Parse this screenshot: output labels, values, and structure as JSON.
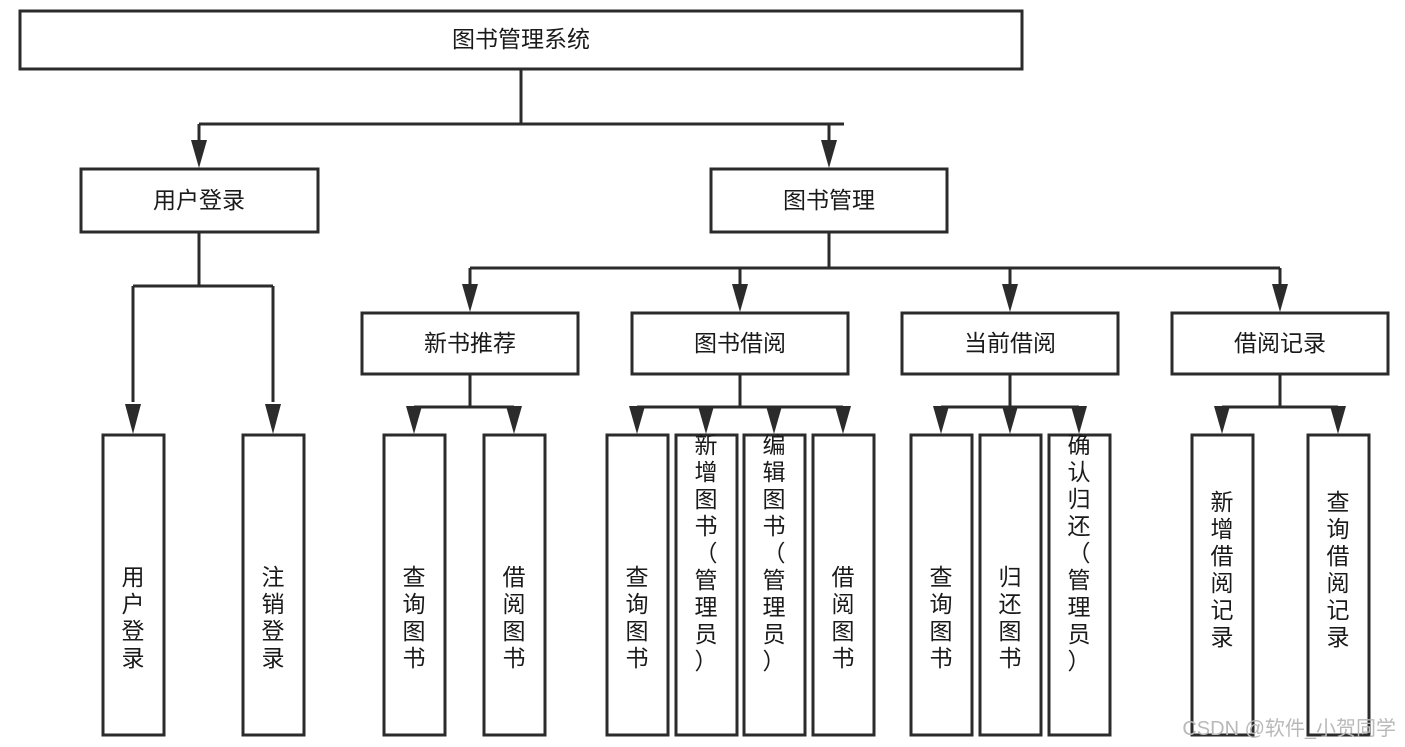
{
  "diagram": {
    "type": "tree-hierarchy",
    "title": "图书管理系统",
    "nodes": {
      "root": {
        "id": "root",
        "label": "图书管理系统",
        "level": 1,
        "orientation": "horizontal"
      },
      "user_login": {
        "id": "user_login",
        "label": "用户登录",
        "level": 2,
        "orientation": "horizontal"
      },
      "book_manage": {
        "id": "book_manage",
        "label": "图书管理",
        "level": 2,
        "orientation": "horizontal"
      },
      "new_book_rec": {
        "id": "new_book_rec",
        "label": "新书推荐",
        "level": 3,
        "orientation": "horizontal"
      },
      "book_borrow": {
        "id": "book_borrow",
        "label": "图书借阅",
        "level": 3,
        "orientation": "horizontal"
      },
      "current_borrow": {
        "id": "current_borrow",
        "label": "当前借阅",
        "level": 3,
        "orientation": "horizontal"
      },
      "borrow_record": {
        "id": "borrow_record",
        "label": "借阅记录",
        "level": 3,
        "orientation": "horizontal"
      },
      "leaf_1": {
        "id": "leaf_1",
        "label": "用户登录",
        "level": 4,
        "orientation": "vertical",
        "parent": "user_login"
      },
      "leaf_2": {
        "id": "leaf_2",
        "label": "注销登录",
        "level": 4,
        "orientation": "vertical",
        "parent": "user_login"
      },
      "leaf_3": {
        "id": "leaf_3",
        "label": "查询图书",
        "level": 4,
        "orientation": "vertical",
        "parent": "new_book_rec"
      },
      "leaf_4": {
        "id": "leaf_4",
        "label": "借阅图书",
        "level": 4,
        "orientation": "vertical",
        "parent": "new_book_rec"
      },
      "leaf_5": {
        "id": "leaf_5",
        "label": "查询图书",
        "level": 4,
        "orientation": "vertical",
        "parent": "book_borrow"
      },
      "leaf_6": {
        "id": "leaf_6",
        "label": "新增图书（管理员）",
        "level": 4,
        "orientation": "vertical",
        "parent": "book_borrow"
      },
      "leaf_7": {
        "id": "leaf_7",
        "label": "编辑图书（管理员）",
        "level": 4,
        "orientation": "vertical",
        "parent": "book_borrow"
      },
      "leaf_8": {
        "id": "leaf_8",
        "label": "借阅图书",
        "level": 4,
        "orientation": "vertical",
        "parent": "book_borrow"
      },
      "leaf_9": {
        "id": "leaf_9",
        "label": "查询图书",
        "level": 4,
        "orientation": "vertical",
        "parent": "current_borrow"
      },
      "leaf_10": {
        "id": "leaf_10",
        "label": "归还图书",
        "level": 4,
        "orientation": "vertical",
        "parent": "current_borrow"
      },
      "leaf_11": {
        "id": "leaf_11",
        "label": "确认归还（管理员）",
        "level": 4,
        "orientation": "vertical",
        "parent": "current_borrow"
      },
      "leaf_12": {
        "id": "leaf_12",
        "label": "新增借阅记录",
        "level": 4,
        "orientation": "vertical",
        "parent": "borrow_record"
      },
      "leaf_13": {
        "id": "leaf_13",
        "label": "查询借阅记录",
        "level": 4,
        "orientation": "vertical",
        "parent": "borrow_record"
      }
    },
    "colors": {
      "box_fill": "#ffffff",
      "box_stroke": "#2b2b2b",
      "text": "#1a1a1a",
      "connector": "#2b2b2b",
      "watermark": "#b9b9b9",
      "background": "#ffffff"
    }
  },
  "watermark": {
    "label": "CSDN @软件_小贺同学"
  }
}
